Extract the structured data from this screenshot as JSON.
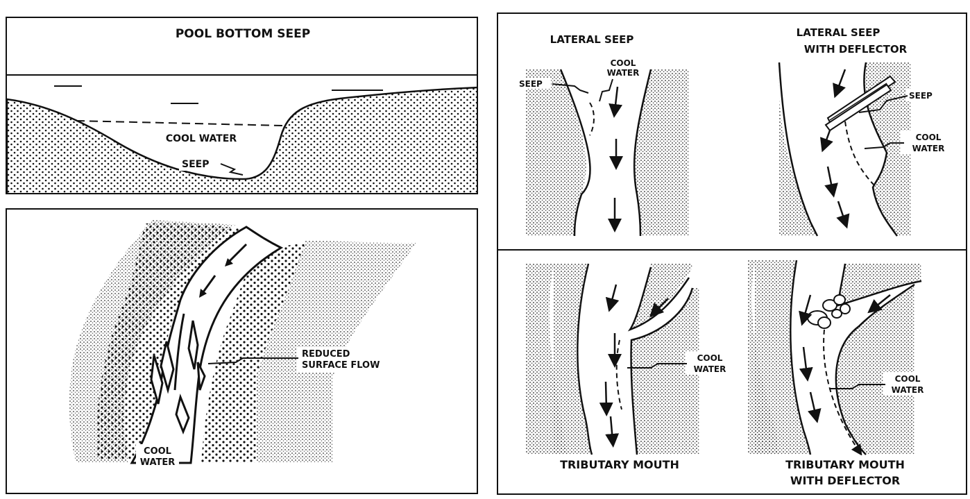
{
  "pool_bottom": {
    "title": "POOL BOTTOM SEEP",
    "cool_water": "COOL WATER",
    "seep": "SEEP"
  },
  "reduced_flow": {
    "reduced_line1": "REDUCED",
    "reduced_line2": "SURFACE FLOW",
    "cool_line1": "COOL",
    "cool_line2": "WATER"
  },
  "lateral_seep": {
    "title": "LATERAL SEEP",
    "seep": "SEEP",
    "cool_line1": "COOL",
    "cool_line2": "WATER"
  },
  "lateral_seep_deflector": {
    "title_line1": "LATERAL SEEP",
    "title_line2": "WITH DEFLECTOR",
    "seep": "SEEP",
    "cool_line1": "COOL",
    "cool_line2": "WATER"
  },
  "tributary_mouth": {
    "title": "TRIBUTARY MOUTH",
    "cool_line1": "COOL",
    "cool_line2": "WATER"
  },
  "tributary_mouth_deflector": {
    "title_line1": "TRIBUTARY MOUTH",
    "title_line2": "WITH DEFLECTOR",
    "cool_line1": "COOL",
    "cool_line2": "WATER"
  }
}
